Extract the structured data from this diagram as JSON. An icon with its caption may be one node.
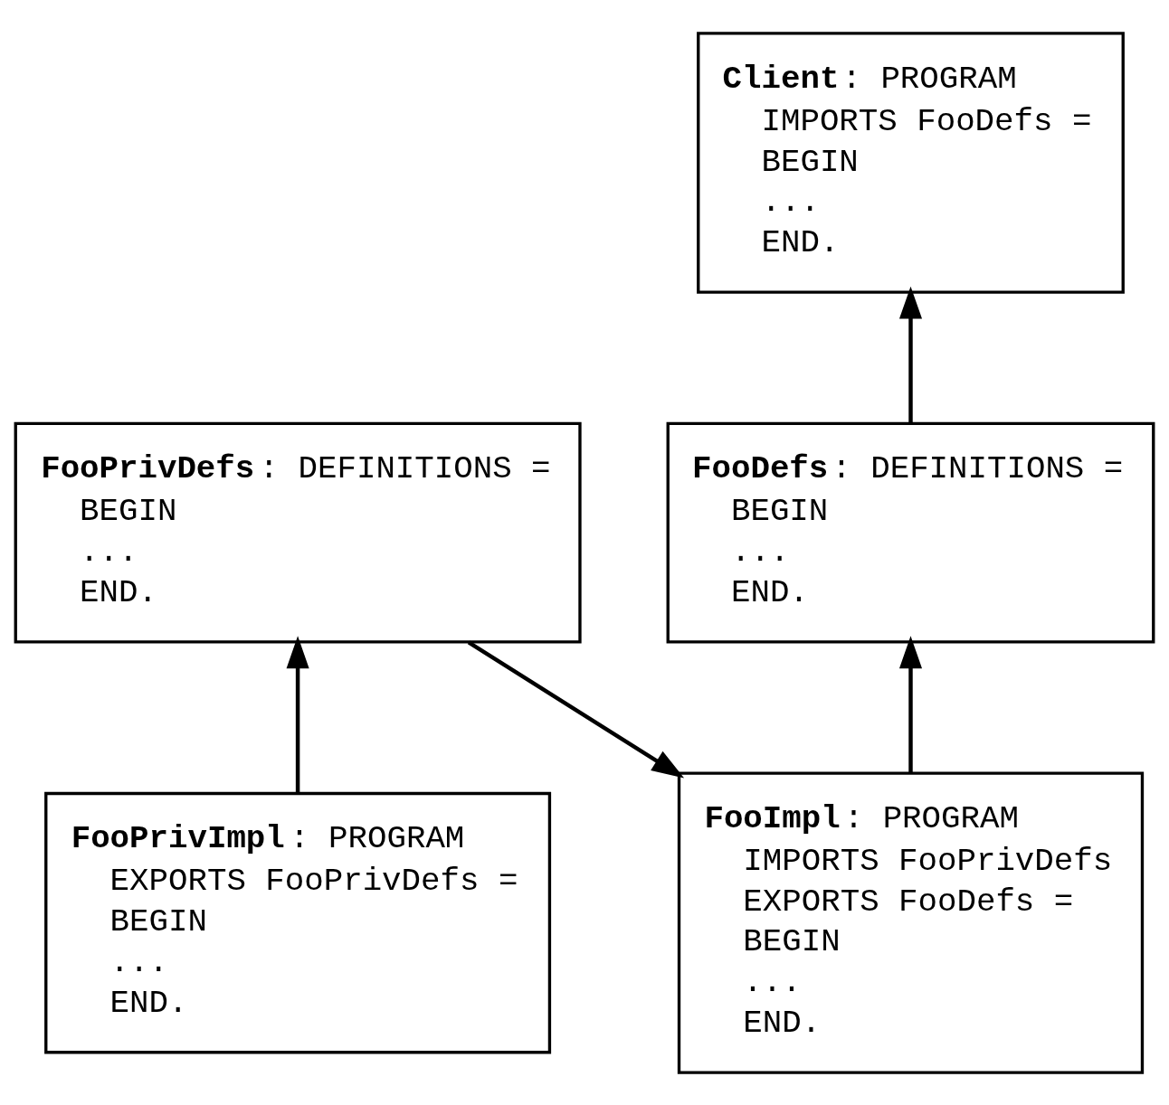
{
  "diagram": {
    "nodes": [
      {
        "text": [
          "**Client**: PROGRAM",
          "IMPORTS FooDefs =",
          "BEGIN",
          "...",
          "END."
        ]
      },
      {
        "text": [
          "**FooDefs**: DEFINITIONS =",
          "BEGIN",
          "...",
          "END."
        ]
      },
      {
        "text": [
          "**FooPrivDefs**: DEFINITIONS =",
          "BEGIN",
          "...",
          "END."
        ]
      },
      {
        "text": [
          "**FooImpl**: PROGRAM",
          "IMPORTS FooPrivDefs",
          "EXPORTS FooDefs =",
          "BEGIN",
          "...",
          "END."
        ]
      },
      {
        "text": [
          "**FooPrivImpl**: PROGRAM",
          "EXPORTS FooPrivDefs =",
          "BEGIN",
          "...",
          "END."
        ]
      }
    ],
    "edges": [
      {
        "from": 1,
        "to": 0,
        "arrow": "to"
      },
      {
        "from": 3,
        "to": 1,
        "arrow": "to"
      },
      {
        "from": 2,
        "to": 3,
        "arrow": "to"
      },
      {
        "from": 4,
        "to": 2,
        "arrow": "to"
      }
    ]
  }
}
